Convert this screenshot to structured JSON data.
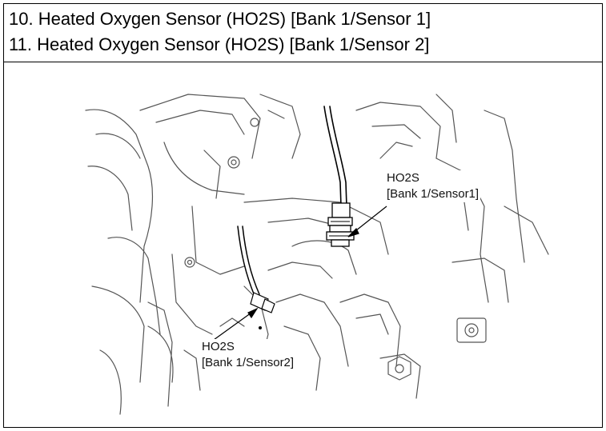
{
  "header": {
    "line1": "10. Heated Oxygen Sensor (HO2S) [Bank 1/Sensor 1]",
    "line2": "11. Heated Oxygen Sensor (HO2S) [Bank 1/Sensor 2]"
  },
  "figure": {
    "callout_1": {
      "name": "HO2S",
      "detail": "[Bank 1/Sensor1]"
    },
    "callout_2": {
      "name": "HO2S",
      "detail": "[Bank 1/Sensor2]"
    }
  }
}
